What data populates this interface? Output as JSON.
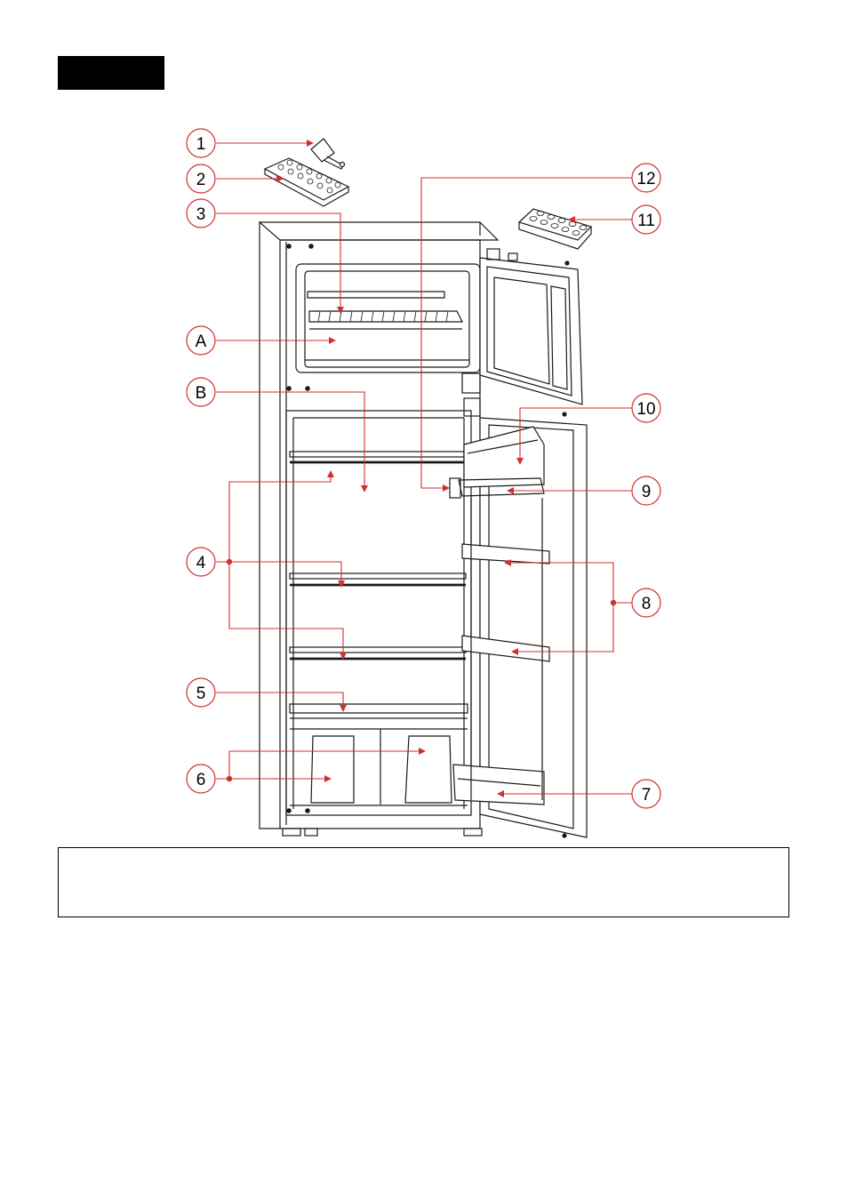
{
  "colors": {
    "header_block": "#000000",
    "callout_line": "#d32f2f",
    "callout_circle": "#d32f2f",
    "drawing_line": "#1a1a1a"
  },
  "callouts": [
    {
      "label": "1"
    },
    {
      "label": "2"
    },
    {
      "label": "3"
    },
    {
      "label": "A"
    },
    {
      "label": "B"
    },
    {
      "label": "4"
    },
    {
      "label": "5"
    },
    {
      "label": "6"
    },
    {
      "label": "12"
    },
    {
      "label": "11"
    },
    {
      "label": "10"
    },
    {
      "label": "9"
    },
    {
      "label": "8"
    },
    {
      "label": "7"
    }
  ]
}
